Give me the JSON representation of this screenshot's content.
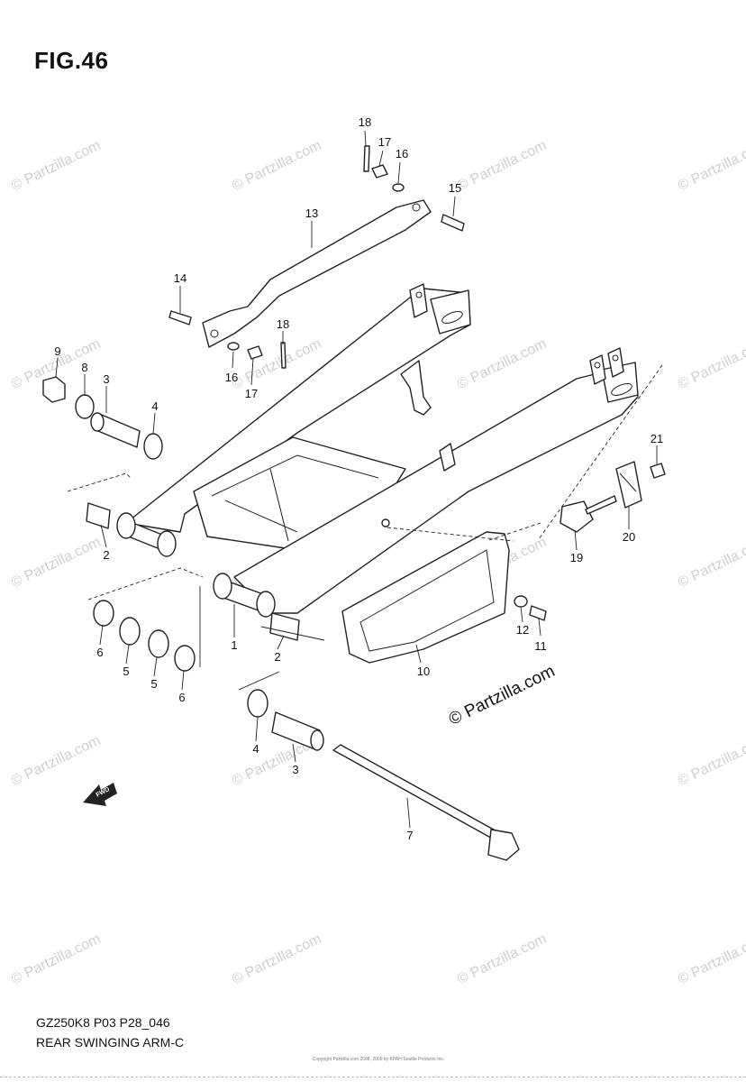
{
  "figure": {
    "title": "FIG.46",
    "model_code": "GZ250K8 P03 P28_046",
    "name": "REAR SWINGING ARM-C",
    "copyright": "Copyright Partzilla.com 2008, 2009 by KPAH Seattle Products Inc.",
    "fwd_label": "FWD"
  },
  "watermark": {
    "text": "© Partzilla.com",
    "main_text": "© Partzilla.com"
  },
  "callouts": [
    "18",
    "17",
    "16",
    "15",
    "13",
    "14",
    "18",
    "16",
    "17",
    "9",
    "8",
    "3",
    "4",
    "2",
    "1",
    "2",
    "6",
    "5",
    "5",
    "6",
    "12",
    "11",
    "10",
    "21",
    "20",
    "19",
    "4",
    "3",
    "7"
  ]
}
